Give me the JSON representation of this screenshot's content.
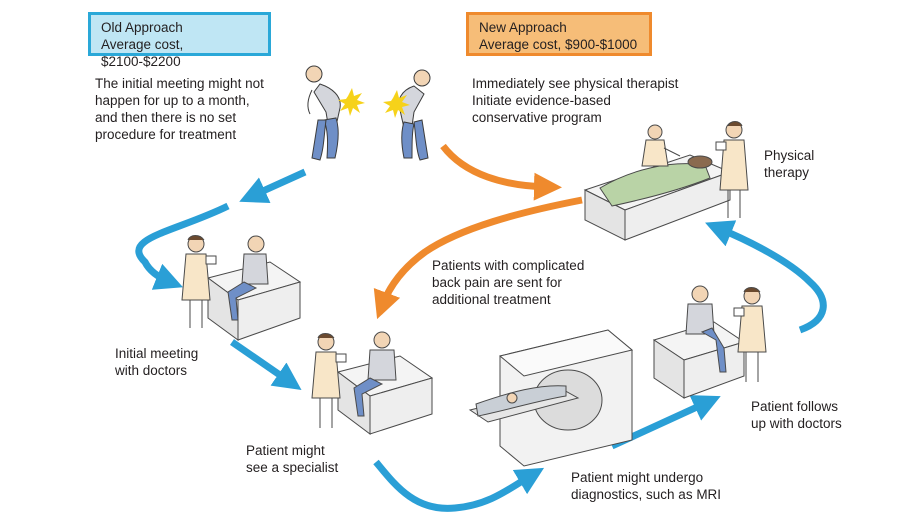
{
  "old_approach": {
    "title": "Old Approach",
    "cost": "Average cost, $2100-$2200"
  },
  "new_approach": {
    "title": "New Approach",
    "cost": "Average cost, $900-$1000"
  },
  "captions": {
    "old_desc": [
      "The initial meeting might not",
      "happen for up to a month,",
      "and then there is  no set",
      "procedure for treatment"
    ],
    "new_desc": [
      "Immediately see physical therapist",
      "Initiate evidence-based",
      "conservative program"
    ],
    "physical_therapy": [
      "Physical",
      "therapy"
    ],
    "complicated": [
      "Patients with complicated",
      "back pain are sent for",
      "additional treatment"
    ],
    "initial_meeting": [
      "Initial meeting",
      "with doctors"
    ],
    "specialist": [
      "Patient might",
      "see a specialist"
    ],
    "diagnostics": [
      "Patient might undergo",
      "diagnostics, such as MRI"
    ],
    "follow_up": [
      "Patient follows",
      "up with doctors"
    ]
  },
  "colors": {
    "old_flow": "#2a9fd6",
    "new_flow": "#ef8a2d",
    "old_box_fill": "#bfe6f4",
    "new_box_fill": "#f6bd78"
  }
}
